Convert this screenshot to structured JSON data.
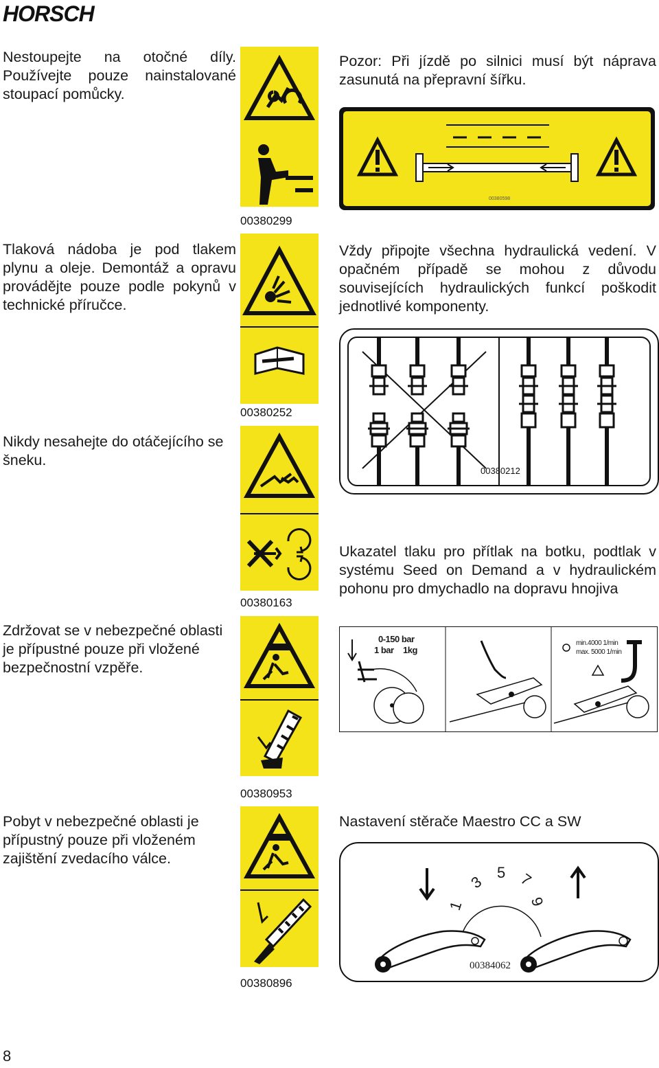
{
  "header": {
    "brand": "HORSCH"
  },
  "left": {
    "p1": "Nestoupejte na otočné díly. Používejte pouze nainstalované stoupací pomůcky.",
    "p2": "Tlaková nádoba je pod tlakem plynu a oleje. Demontáž a opravu provádějte pouze podle pokynů v technické příručce.",
    "p3": "Nikdy nesahejte do otáčejícího se šneku.",
    "p4": "Zdržovat se v nebezpečné oblasti je přípustné pouze při vložené bezpečnostní vzpěře.",
    "p5": "Pobyt v nebezpečné oblasti je přípustný pouze při vloženém zajištění zvedacího válce."
  },
  "codes": {
    "c1": "00380299",
    "c2": "00380252",
    "c3": "00380163",
    "c4": "00380953",
    "c5": "00380896",
    "axle": "00380598",
    "hydraulic": "00380212",
    "scraper": "00384062"
  },
  "right": {
    "p1": "Pozor: Při jízdě po silnici musí být náprava zasunutá na přepravní šířku.",
    "p2": "Vždy připojte všechna hydraulická vedení. V opačném případě se mohou z důvodu souvisejících hydraulických funkcí poškodit jednotlivé komponenty.",
    "p3": "Ukazatel tlaku pro přítlak na botku, podtlak v systému Seed on Demand a v hydraulickém pohonu pro dmychadlo na dopravu hnojiva",
    "p4": "Nastavení stěrače Maestro CC a SW"
  },
  "pressure": {
    "range": "0-150 bar",
    "per": "1 bar",
    "kg": "1kg",
    "min": "min.4000 1/min",
    "max": "max. 5000 1/min"
  },
  "scraper_scale": [
    "1",
    "3",
    "5",
    "7",
    "9"
  ],
  "footer": {
    "page_number": "8"
  },
  "colors": {
    "sign_yellow": "#f5e31a",
    "ink": "#111111"
  }
}
